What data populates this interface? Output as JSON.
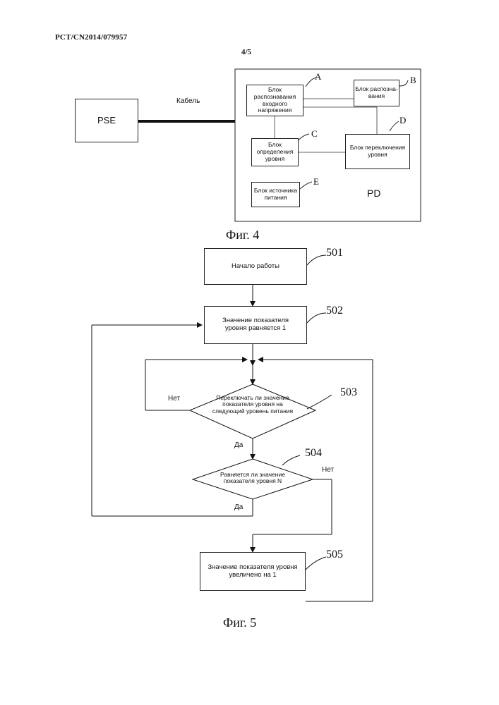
{
  "header": {
    "doc_id": "PCT/CN2014/079957",
    "page": "4/5"
  },
  "fig4": {
    "pse": "PSE",
    "cable": "Кабель",
    "pd": "PD",
    "block_a": "Блок распознавания входного напряжения",
    "block_b": "Блок распозна-вания",
    "block_c": "Блок определения уровня",
    "block_d": "Блок переключения уровня",
    "block_e": "Блок источника питания",
    "letter_a": "A",
    "letter_b": "B",
    "letter_c": "C",
    "letter_d": "D",
    "letter_e": "E",
    "caption": "Фиг. 4"
  },
  "fig5": {
    "step501": "Начало работы",
    "step502": "Значение показателя уровня равняется 1",
    "step503": "Переключать ли значение показателя уровня на следующий уровень питания",
    "step504": "Равняется ли значение показателя уровня N",
    "step505": "Значение показателя уровня увеличено на 1",
    "num501": "501",
    "num502": "502",
    "num503": "503",
    "num504": "504",
    "num505": "505",
    "no_503": "Нет",
    "yes_503": "Да",
    "no_504": "Нет",
    "yes_504": "Да",
    "caption": "Фиг. 5"
  }
}
